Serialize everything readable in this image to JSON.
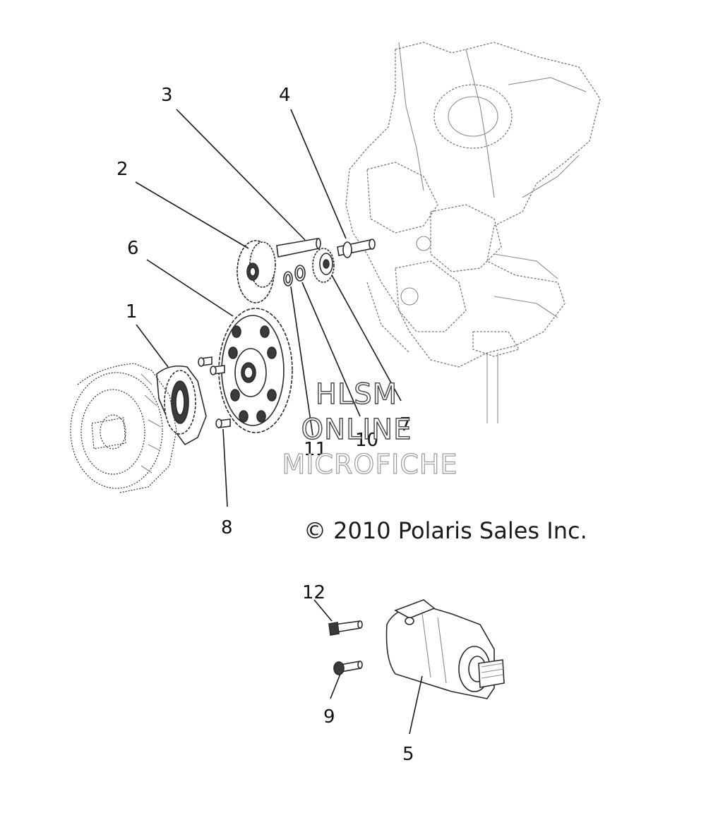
{
  "callouts": {
    "c1": "1",
    "c2": "2",
    "c3": "3",
    "c4": "4",
    "c5": "5",
    "c6": "6",
    "c7": "7",
    "c8": "8",
    "c9": "9",
    "c10": "10",
    "c11": "11",
    "c12": "12"
  },
  "copyright": "© 2010 Polaris Sales Inc.",
  "watermark": {
    "line1": "HLSM",
    "line2": "ONLINE",
    "line3": "MICROFICHE"
  }
}
